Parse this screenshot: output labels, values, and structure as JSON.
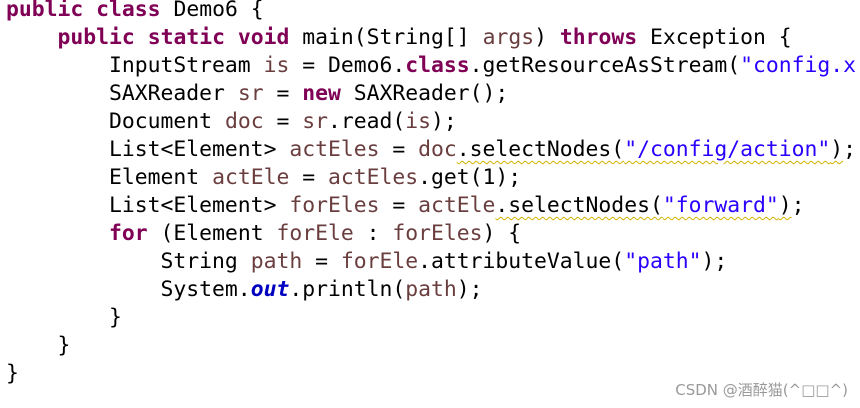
{
  "code_lines": [
    [
      {
        "t": "public",
        "c": "kw"
      },
      {
        "t": " "
      },
      {
        "t": "class",
        "c": "kw"
      },
      {
        "t": " Demo6 {"
      }
    ],
    [
      {
        "t": "    "
      },
      {
        "t": "public",
        "c": "kw"
      },
      {
        "t": " "
      },
      {
        "t": "static",
        "c": "kw"
      },
      {
        "t": " "
      },
      {
        "t": "void",
        "c": "kw"
      },
      {
        "t": " main(String[] "
      },
      {
        "t": "args",
        "c": "var"
      },
      {
        "t": ") "
      },
      {
        "t": "throws",
        "c": "kw"
      },
      {
        "t": " Exception {"
      }
    ],
    [
      {
        "t": "        InputStream "
      },
      {
        "t": "is",
        "c": "var"
      },
      {
        "t": " = Demo6."
      },
      {
        "t": "class",
        "c": "kw"
      },
      {
        "t": ".getResourceAsStream("
      },
      {
        "t": "\"config.x",
        "c": "str"
      }
    ],
    [
      {
        "t": "        SAXReader "
      },
      {
        "t": "sr",
        "c": "var"
      },
      {
        "t": " = "
      },
      {
        "t": "new",
        "c": "kw"
      },
      {
        "t": " SAXReader();"
      }
    ],
    [
      {
        "t": "        Document "
      },
      {
        "t": "doc",
        "c": "var"
      },
      {
        "t": " = "
      },
      {
        "t": "sr",
        "c": "var"
      },
      {
        "t": ".read("
      },
      {
        "t": "is",
        "c": "var"
      },
      {
        "t": ");"
      }
    ],
    [
      {
        "t": "        List<Element> "
      },
      {
        "t": "actEles",
        "c": "var"
      },
      {
        "t": " = "
      },
      {
        "t": "doc",
        "c": "var"
      },
      {
        "t": ".selectNodes(",
        "w": true
      },
      {
        "t": "\"/config/action\"",
        "c": "str",
        "w": true
      },
      {
        "t": ")",
        "w": true
      },
      {
        "t": ";"
      }
    ],
    [
      {
        "t": "        Element "
      },
      {
        "t": "actEle",
        "c": "var"
      },
      {
        "t": " = "
      },
      {
        "t": "actEles",
        "c": "var"
      },
      {
        "t": ".get(1);"
      }
    ],
    [
      {
        "t": "        List<Element> "
      },
      {
        "t": "forEles",
        "c": "var"
      },
      {
        "t": " = "
      },
      {
        "t": "actEle",
        "c": "var"
      },
      {
        "t": ".selectNodes(",
        "w": true
      },
      {
        "t": "\"forward\"",
        "c": "str",
        "w": true
      },
      {
        "t": ")",
        "w": true
      },
      {
        "t": ";"
      }
    ],
    [
      {
        "t": "        "
      },
      {
        "t": "for",
        "c": "kw"
      },
      {
        "t": " (Element "
      },
      {
        "t": "forEle",
        "c": "var"
      },
      {
        "t": " : "
      },
      {
        "t": "forEles",
        "c": "var"
      },
      {
        "t": ") {"
      }
    ],
    [
      {
        "t": "            String "
      },
      {
        "t": "path",
        "c": "var"
      },
      {
        "t": " = "
      },
      {
        "t": "forEle",
        "c": "var"
      },
      {
        "t": ".attributeValue("
      },
      {
        "t": "\"path\"",
        "c": "str"
      },
      {
        "t": ");"
      }
    ],
    [
      {
        "t": "            System."
      },
      {
        "t": "out",
        "c": "field"
      },
      {
        "t": ".println("
      },
      {
        "t": "path",
        "c": "var"
      },
      {
        "t": ");"
      }
    ],
    [
      {
        "t": "        }"
      }
    ],
    [
      {
        "t": "    }"
      }
    ],
    [
      {
        "t": "}"
      }
    ]
  ],
  "watermark": "CSDN @酒醉猫(^□□^)",
  "colors": {
    "keyword": "#7f0055",
    "string": "#2a00ff",
    "local_variable": "#6a3e3e",
    "static_field": "#0000c0",
    "warning_underline": "#d4b200",
    "background": "#ffffff"
  }
}
